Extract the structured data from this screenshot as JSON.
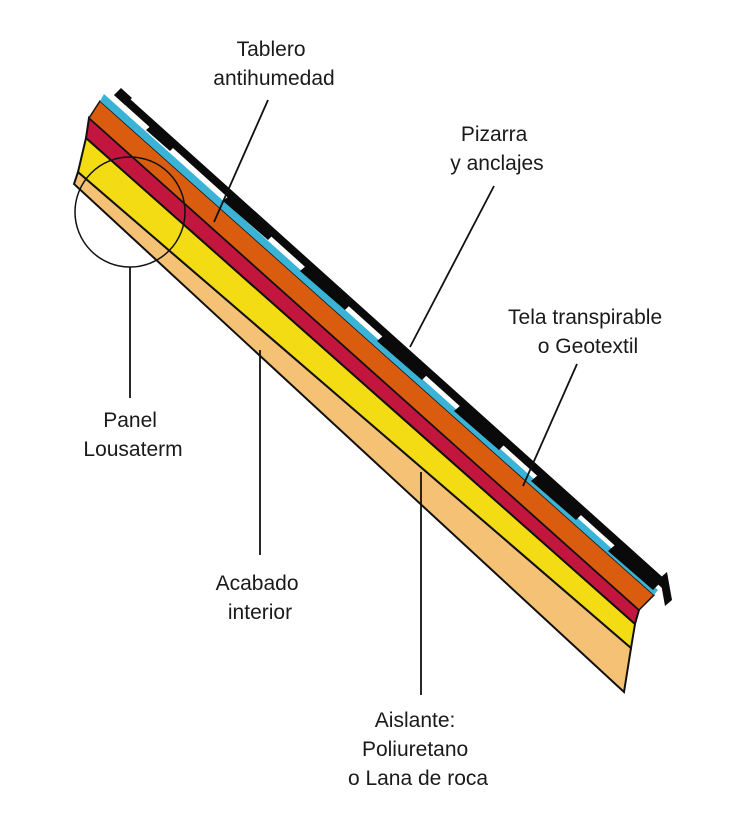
{
  "colors": {
    "slate": "#0a0a0a",
    "membrane": "#3bb3d6",
    "board": "#d95c0f",
    "vapor_layer": "#c2163f",
    "insulation": "#f3dc14",
    "interior_finish": "#f5c275",
    "outline": "#111111"
  },
  "labels": {
    "tablero": [
      "Tablero",
      "antihumedad"
    ],
    "pizarra": [
      "Pizarra",
      "y anclajes"
    ],
    "tela": [
      "Tela transpirable",
      "o Geotextil"
    ],
    "panel": [
      "Panel",
      "Lousaterm"
    ],
    "acabado": [
      "Acabado",
      "interior"
    ],
    "aislante": [
      "Aislante:",
      "Poliuretano",
      "o Lana de roca"
    ]
  }
}
